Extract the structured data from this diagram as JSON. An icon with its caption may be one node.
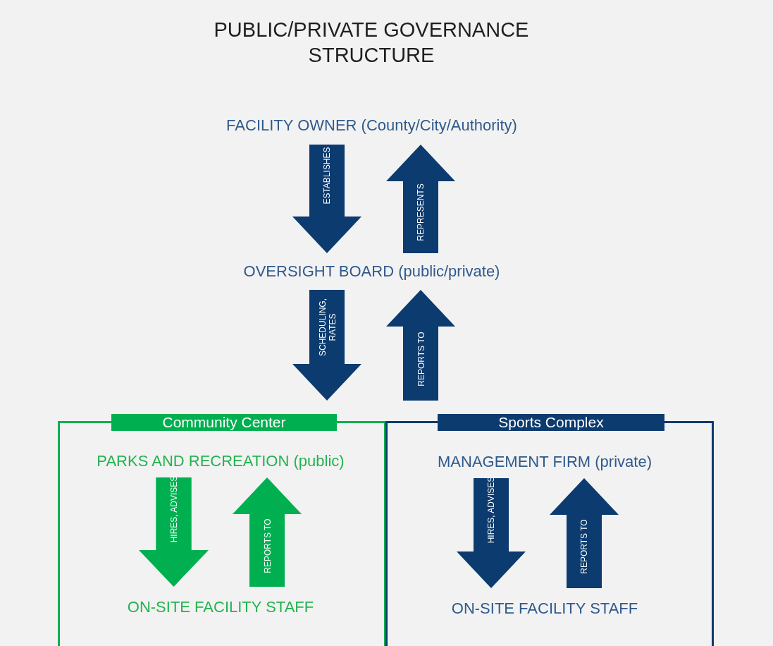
{
  "diagram": {
    "title": "PUBLIC/PRIVATE GOVERNANCE STRUCTURE",
    "nodes": [
      {
        "text": [
          "FACILITY OWNER (County/City/Authority)"
        ]
      },
      {
        "text": [
          "OVERSIGHT BOARD (public/private)"
        ]
      },
      {
        "text": [
          "Community Center"
        ]
      },
      {
        "text": [
          "PARKS AND RECREATION (public)"
        ],
        "in": 2
      },
      {
        "text": [
          "ON-SITE FACILITY STAFF"
        ],
        "in": 2
      },
      {
        "text": [
          "Sports Complex"
        ]
      },
      {
        "text": [
          "MANAGEMENT FIRM (private)"
        ],
        "in": 5
      },
      {
        "text": [
          "ON-SITE FACILITY STAFF"
        ],
        "in": 5
      }
    ],
    "edges": [
      {
        "from": 0,
        "to": 1,
        "arrow": "to",
        "label": "ESTABLISHES",
        "style": "thick"
      },
      {
        "from": 1,
        "to": 0,
        "arrow": "to",
        "label": "REPRESENTS",
        "style": "thick"
      },
      {
        "from": 1,
        "to": 2,
        "arrow": "to",
        "label": "SCHEDULING, RATES",
        "style": "thick"
      },
      {
        "from": 5,
        "to": 1,
        "arrow": "to",
        "label": "REPORTS TO",
        "style": "thick"
      },
      {
        "from": 3,
        "to": 4,
        "arrow": "to",
        "label": "HIRES, ADVISES",
        "style": "thick",
        "color": "#00b050"
      },
      {
        "from": 4,
        "to": 3,
        "arrow": "to",
        "label": "REPORTS TO",
        "style": "thick",
        "color": "#00b050"
      },
      {
        "from": 6,
        "to": 7,
        "arrow": "to",
        "label": "HIRES, ADVISES",
        "style": "thick"
      },
      {
        "from": 7,
        "to": 6,
        "arrow": "to",
        "label": "REPORTS TO",
        "style": "thick"
      }
    ]
  }
}
